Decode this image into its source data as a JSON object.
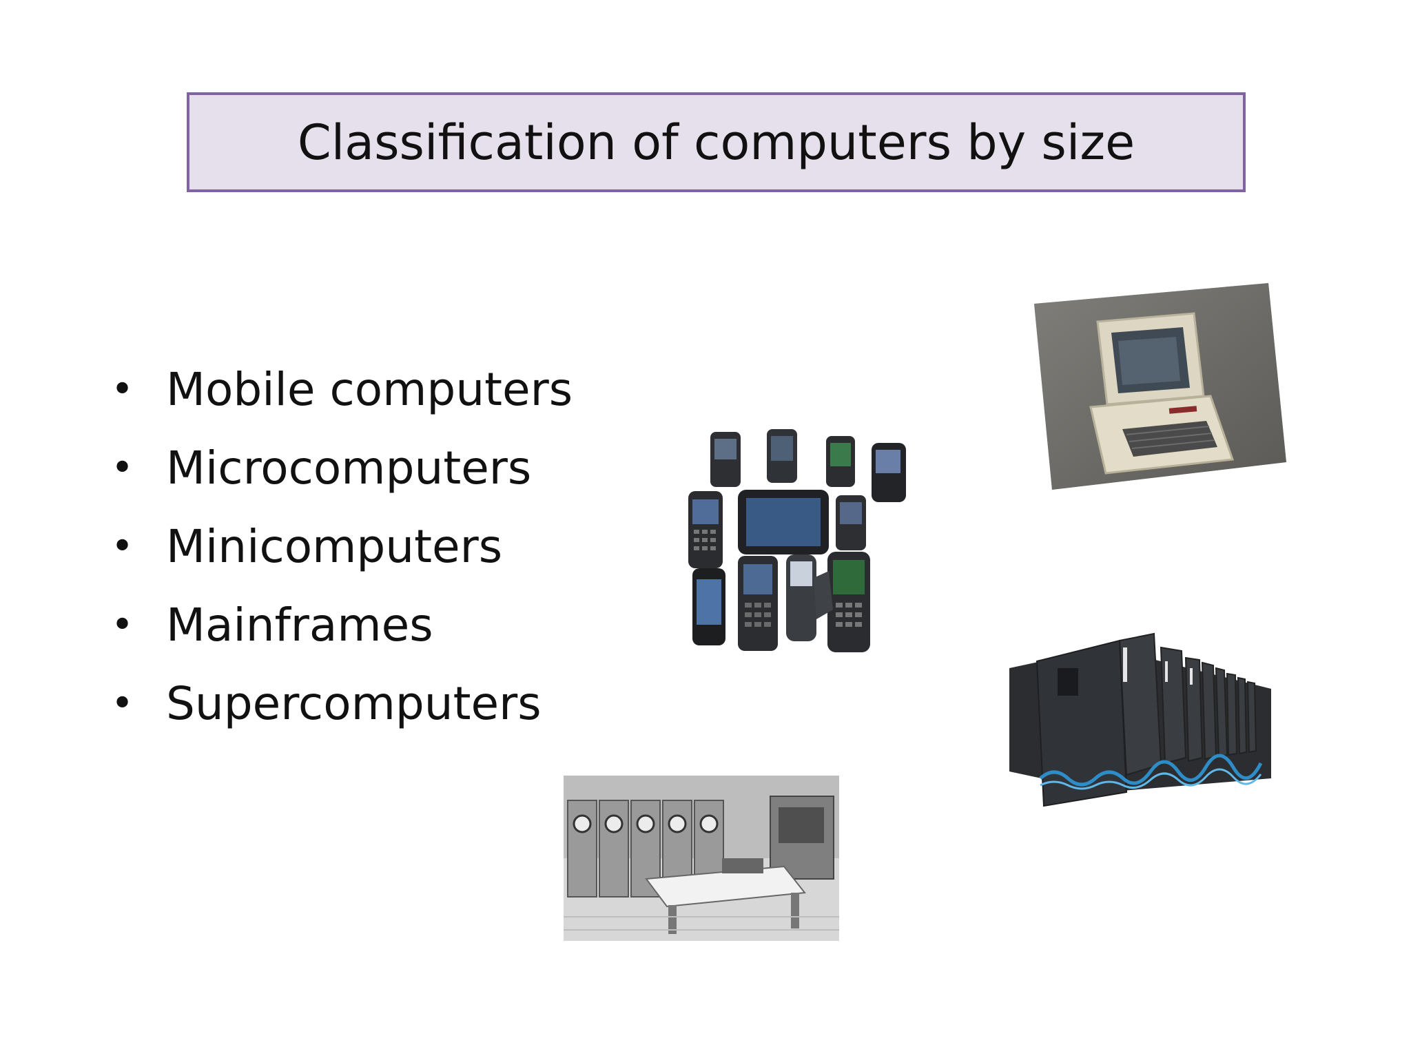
{
  "slide": {
    "title": "Classification of computers by size",
    "bullets": [
      "Mobile computers",
      "Microcomputers",
      "Minicomputers",
      "Mainframes",
      "Supercomputers"
    ],
    "bullet_glyph": "•",
    "images": {
      "microcomputer": "vintage-microcomputer-photo",
      "mobile": "mobile-devices-collage-photo",
      "supercomputer": "supercomputer-racks-photo",
      "mainframe": "mainframe-room-photo"
    },
    "colors": {
      "title_border": "#8064a2",
      "title_fill": "#e6e0ec",
      "text": "#111111"
    }
  }
}
